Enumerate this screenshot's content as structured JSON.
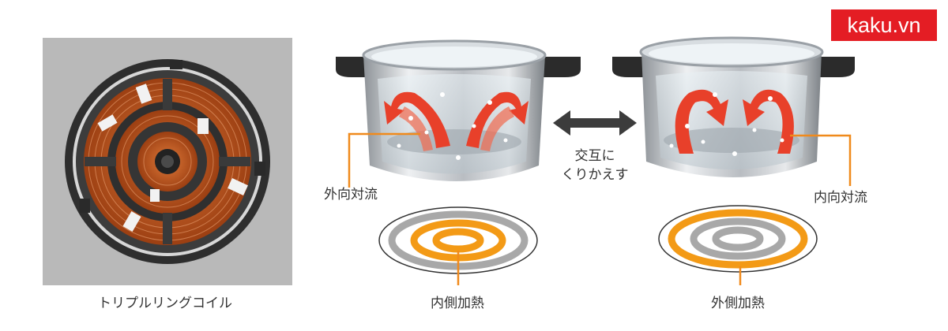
{
  "watermark": {
    "text": "kaku.vn"
  },
  "coil": {
    "caption": "トリプルリングコイル"
  },
  "left_pot": {
    "label": "外向対流",
    "heating_label": "内側加熱"
  },
  "right_pot": {
    "label": "内向対流",
    "heating_label": "外側加熱"
  },
  "alternate": {
    "line1": "交互に",
    "line2": "くりかえす"
  },
  "colors": {
    "arrow_red": "#e8402a",
    "ring_orange": "#f39a16",
    "ring_gray": "#a8a8a8",
    "label_line": "#f08a1c",
    "steel": "#c9ccd0",
    "coil_copper": "#c4561e",
    "watermark_red": "#e41d24"
  }
}
